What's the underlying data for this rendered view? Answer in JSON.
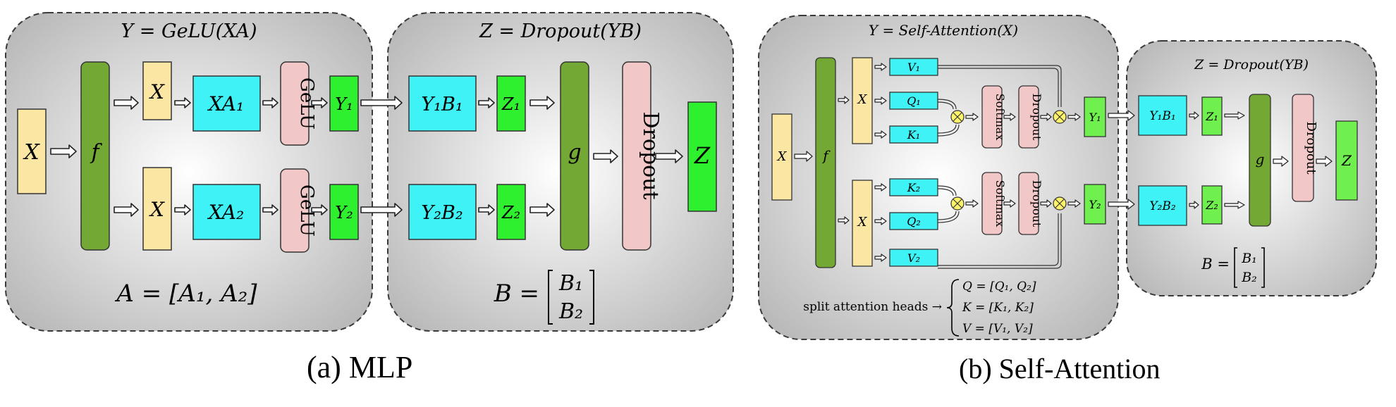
{
  "mlp": {
    "left_panel": {
      "title": "Y = GeLU(XA)",
      "formula": "A = [A₁, A₂]"
    },
    "right_panel": {
      "title": "Z = Dropout(YB)",
      "formula_lhs": "B =",
      "formula_b1": "B₁",
      "formula_b2": "B₂"
    },
    "labels": {
      "x_input": "X",
      "f": "f",
      "x1": "X",
      "x2": "X",
      "xa1": "XA₁",
      "xa2": "XA₂",
      "gelu1": "GeLU",
      "gelu2": "GeLU",
      "y1": "Y₁",
      "y2": "Y₂",
      "yb1": "Y₁B₁",
      "yb2": "Y₂B₂",
      "z1": "Z₁",
      "z2": "Z₂",
      "g": "g",
      "dropout": "Dropout",
      "z_out": "Z"
    },
    "caption": "(a) MLP"
  },
  "attention": {
    "left_panel": {
      "title": "Y = Self-Attention(X)",
      "split_label": "split attention heads →",
      "eq_q": "Q = [Q₁, Q₂]",
      "eq_k": "K = [K₁, K₂]",
      "eq_v": "V = [V₁, V₂]"
    },
    "right_panel": {
      "title": "Z = Dropout(YB)",
      "formula_lhs": "B =",
      "formula_b1": "B₁",
      "formula_b2": "B₂"
    },
    "labels": {
      "x_input": "X",
      "f": "f",
      "x1": "X",
      "x2": "X",
      "v1": "V₁",
      "q1": "Q₁",
      "k1": "K₁",
      "k2": "K₂",
      "q2": "Q₂",
      "v2": "V₂",
      "softmax1": "Softmax",
      "softmax2": "Softmax",
      "dropout1": "Dropout",
      "dropout2": "Dropout",
      "y1": "Y₁",
      "y2": "Y₂",
      "yb1": "Y₁B₁",
      "yb2": "Y₂B₂",
      "z1": "Z₁",
      "z2": "Z₂",
      "g": "g",
      "dropout_out": "Dropout",
      "z_out": "Z"
    },
    "caption": "(b) Self-Attention"
  },
  "colors": {
    "yellow": "#fbe6a4",
    "dark_green": "#72a833",
    "cyan": "#3ef2f5",
    "pink": "#f2c7c7",
    "bright_green": "#2ff02f",
    "light_green": "#6ff04f",
    "product_yellow": "#fff36a"
  }
}
